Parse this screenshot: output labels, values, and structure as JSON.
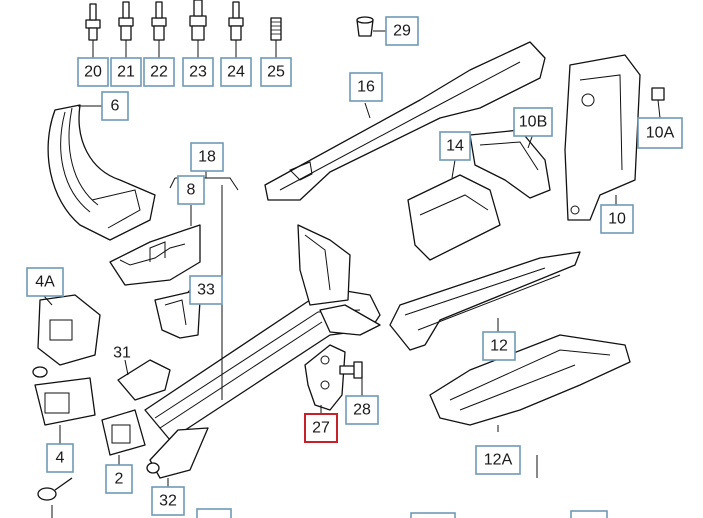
{
  "diagram": {
    "callouts": [
      {
        "id": "c20",
        "label": "20"
      },
      {
        "id": "c21",
        "label": "21"
      },
      {
        "id": "c22",
        "label": "22"
      },
      {
        "id": "c23",
        "label": "23"
      },
      {
        "id": "c24",
        "label": "24"
      },
      {
        "id": "c25",
        "label": "25"
      },
      {
        "id": "c29",
        "label": "29"
      },
      {
        "id": "c6",
        "label": "6"
      },
      {
        "id": "c16",
        "label": "16"
      },
      {
        "id": "c10B",
        "label": "10B"
      },
      {
        "id": "c10A",
        "label": "10A"
      },
      {
        "id": "c14",
        "label": "14"
      },
      {
        "id": "c18",
        "label": "18"
      },
      {
        "id": "c8",
        "label": "8"
      },
      {
        "id": "c10",
        "label": "10"
      },
      {
        "id": "c4A",
        "label": "4A"
      },
      {
        "id": "c33",
        "label": "33"
      },
      {
        "id": "c31",
        "label": "31"
      },
      {
        "id": "c12",
        "label": "12"
      },
      {
        "id": "c28",
        "label": "28"
      },
      {
        "id": "c27",
        "label": "27",
        "highlighted": true
      },
      {
        "id": "c4",
        "label": "4"
      },
      {
        "id": "c2",
        "label": "2"
      },
      {
        "id": "c12A",
        "label": "12A"
      },
      {
        "id": "c32",
        "label": "32"
      }
    ],
    "colors": {
      "box_border": "#6f9ab6",
      "highlight_border": "#c8202a",
      "line_art": "#111111"
    }
  }
}
